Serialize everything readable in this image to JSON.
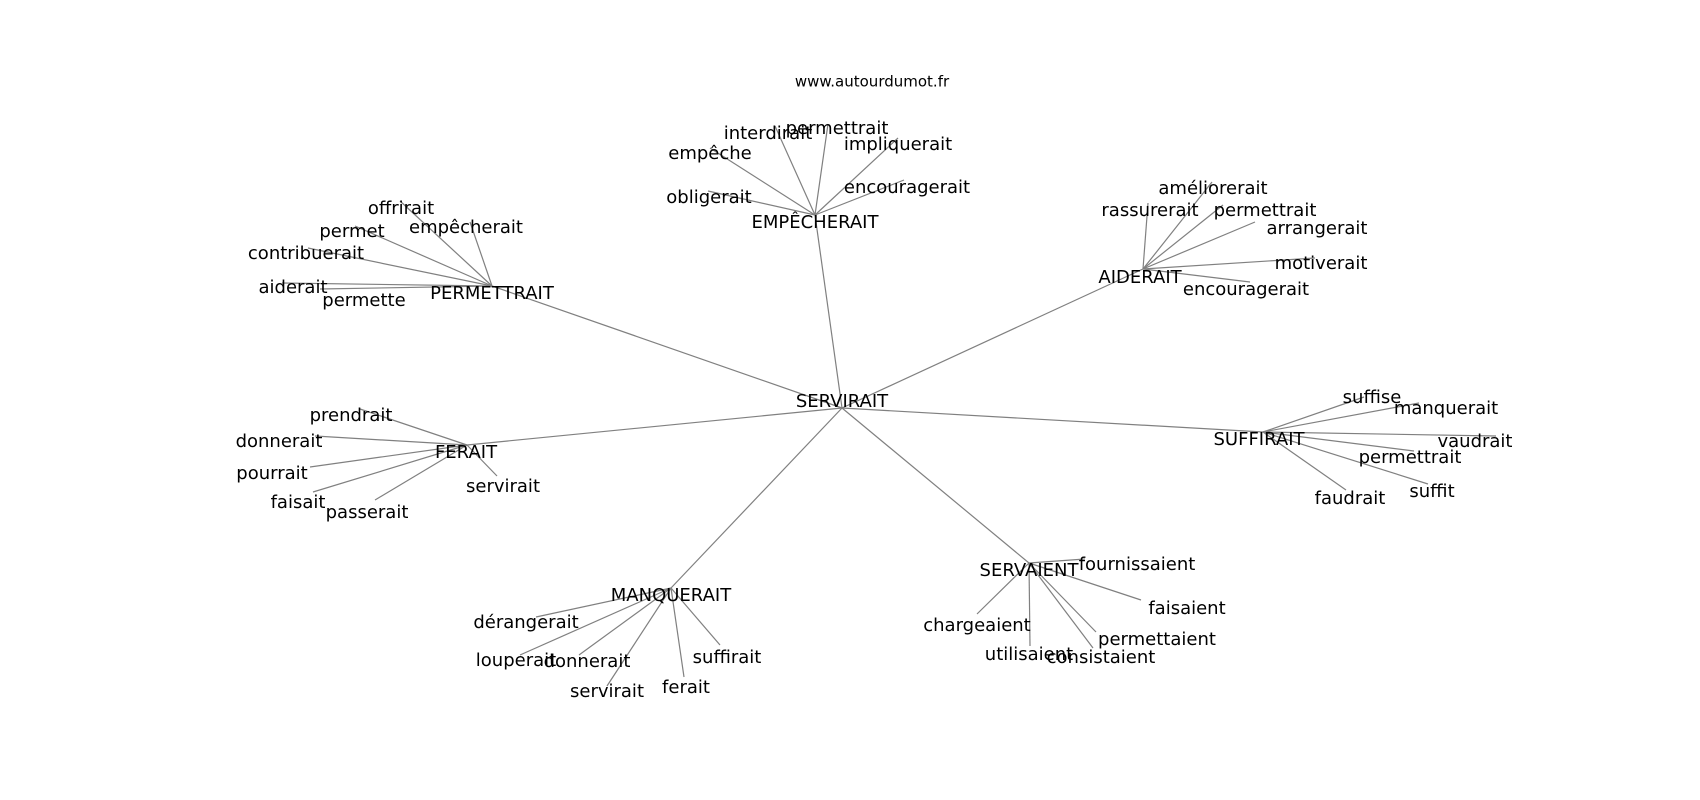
{
  "source": "www.autourdumot.fr",
  "center": "SERVIRAIT",
  "clusters": [
    {
      "hub": "EMPÊCHERAIT",
      "leaves": [
        "interdirait",
        "permettrait",
        "empêche",
        "impliquerait",
        "obligerait",
        "encouragerait"
      ]
    },
    {
      "hub": "PERMETTRAIT",
      "leaves": [
        "offrirait",
        "permet",
        "empêcherait",
        "contribuerait",
        "aiderait",
        "permette"
      ]
    },
    {
      "hub": "AIDERAIT",
      "leaves": [
        "améliorerait",
        "rassurerait",
        "permettrait",
        "arrangerait",
        "motiverait",
        "encouragerait"
      ]
    },
    {
      "hub": "FERAIT",
      "leaves": [
        "prendrait",
        "donnerait",
        "pourrait",
        "faisait",
        "passerait",
        "servirait"
      ]
    },
    {
      "hub": "SUFFIRAIT",
      "leaves": [
        "suffise",
        "manquerait",
        "vaudrait",
        "permettrait",
        "suffit",
        "faudrait"
      ]
    },
    {
      "hub": "SERVAIENT",
      "leaves": [
        "fournissaient",
        "faisaient",
        "chargeaient",
        "permettaient",
        "utilisaient",
        "consistaient"
      ]
    },
    {
      "hub": "MANQUERAIT",
      "leaves": [
        "dérangerait",
        "louperait",
        "donnerait",
        "suffirait",
        "servirait",
        "ferait"
      ]
    }
  ]
}
